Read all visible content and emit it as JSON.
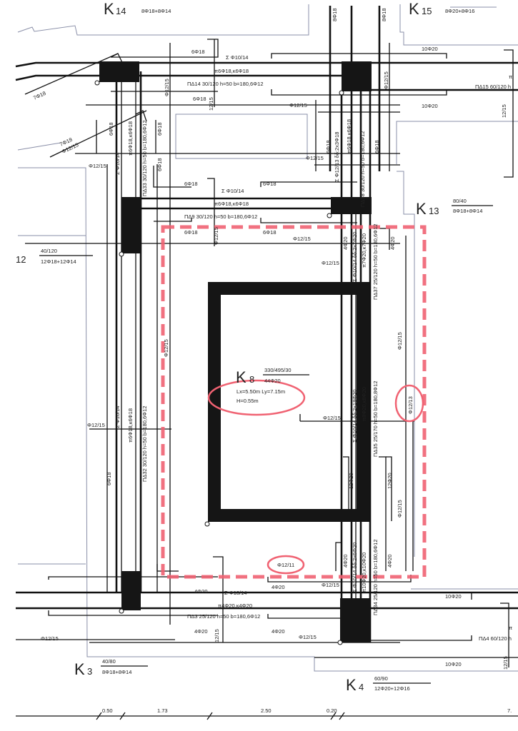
{
  "colors": {
    "annotation_red": "#f06272",
    "ink": "#151515",
    "outline": "#8a8fa8"
  },
  "columns": {
    "k14": {
      "label": "K",
      "num": "14",
      "rebar": "8Φ18+8Φ14"
    },
    "k15": {
      "label": "K",
      "num": "15",
      "rebar": "8Φ20+8Φ16"
    },
    "k13": {
      "label": "K",
      "num": "13",
      "size": "80/40",
      "rebar": "8Φ18+8Φ14"
    },
    "k12": {
      "num": "12",
      "size": "40/120",
      "rebar": "12Φ18+12Φ14"
    },
    "k8": {
      "label": "K",
      "num": "8",
      "size": "330/495/30",
      "rebar": "44Φ20",
      "dims": "Lx=5.50m  Ly=7.15m",
      "height": "H=0.55m"
    },
    "k3": {
      "label": "K",
      "num": "3",
      "size": "40/80",
      "rebar": "8Φ18+8Φ14"
    },
    "k4": {
      "label": "K",
      "num": "4",
      "size": "60/90",
      "rebar": "12Φ20+12Φ16"
    }
  },
  "top_beam": {
    "top_bars": "6Φ18",
    "stirrups": "Σ Φ10/14",
    "main": "π6Φ18,κ6Φ18",
    "spec": "ΠΔ14 30/120 h=50 b=180,6Φ12",
    "bottom_bars": "6Φ18",
    "mesh": "Φ12/15",
    "right_top": "10Φ20",
    "right_bottom": "10Φ20",
    "right_spec": "ΠΔ15 60/120 h",
    "right_pi": "π",
    "diag1": "7Φ18",
    "diag2": "7Φ18",
    "diag_mesh": "Φ12/15",
    "vert1": "8Φ18",
    "vert2": "8Φ18",
    "mesh_v": "Φ12/15",
    "mesh_v2": "12/15",
    "mesh_v3": "12/15"
  },
  "mid_beam": {
    "top_left": "6Φ18",
    "top_right": "6Φ18",
    "stirrups": "Σ Φ10/14",
    "main": "π6Φ18,κ6Φ18",
    "spec": "ΠΔ9 30/120 h=50 b=180,6Φ12",
    "bottom_left": "6Φ18",
    "bottom_right": "6Φ18",
    "mesh": "Φ12/15",
    "mesh_v": "Φ12/15",
    "mesh_left": "Φ12/15",
    "mesh_right": "Φ12/15",
    "mesh_inner": "Φ12/15"
  },
  "bottom_beam": {
    "top_left": "4Φ20",
    "stirrups": "Σ Φ10/14",
    "main": "π4Φ20,κ4Φ20",
    "spec": "ΠΔ3 25/120 h=50 b=180,6Φ12",
    "bottom_left": "4Φ20",
    "top_right": "4Φ20",
    "bottom_right": "4Φ20",
    "mesh": "Φ12/15",
    "mesh_left": "Φ12/15",
    "mesh_v": "12/15",
    "mesh_mid": "Φ12/15",
    "right_top": "10Φ20",
    "right_bottom": "10Φ20",
    "right_spec": "ΠΔ4 60/120 h",
    "right_pi": "π",
    "mesh_v2": "12/15",
    "highlight": "Φ12/11"
  },
  "vertical_beams": {
    "left_a": "6Φ18",
    "left_stir": "Σ Φ10/14",
    "left_main": "π6Φ18,κ6Φ18",
    "left_spec": "ΠΔ33 30/120 h=50 b=180,6Φ12",
    "left_b": "6Φ18",
    "left_c": "6Φ18",
    "left_d": "6Φ18",
    "left2_stir": "Σ Φ10/14",
    "left2_main": "π6Φ18,κ6Φ18",
    "left2_spec": "ΠΔ32 30/120 h=50 b=180,6Φ12",
    "left2_bars": "6Φ18",
    "left2_mesh": "Φ12/15",
    "left2_mesh_h": "Φ12/15",
    "r_a": "6Φ18",
    "r_stir": "Σ Φ12/13 δδ:2x3Φ18",
    "r_main": "π6Φ18,κ6Φ18",
    "r_spec": "ΠΔ38 30/120 h=50 b=180,6Φ12",
    "r_b": "6Φ18",
    "r_mesh": "Φ12/15",
    "k8_a": "4Φ20",
    "k8_stir": "Σ Φ10/14 δδ:2x7Φ20",
    "k8_main": "π7Φ20,κ7Φ20",
    "k8_spec": "ΠΔ37 25/120 h=50 b=180,6Φ12",
    "k8_b": "4Φ20",
    "k8_mesh": "Φ12/15",
    "k8_mesh_h": "Φ12/15",
    "c_stir": "Σ Φ10/14 δδ:2x18Φ20",
    "c_main": "π8Φ20,κ8Φ20",
    "c_spec": "ΠΔ35 25/170 h=50 b=180,8Φ12",
    "c_mesh_h": "Φ12/15",
    "c_highlight": "Φ12/13",
    "c_bars1": "12Φ20",
    "c_bars2": "12Φ20",
    "c_mesh2": "Φ12/15",
    "b_a": "4Φ20",
    "b_stir": "Σ Φ10/14 δδ:2x6Φ20",
    "b_main": "π10Φ20,κ10Φ20",
    "b_spec": "ΠΔ34 25/120 h=50 b=180,6Φ12",
    "b_b": "4Φ20"
  },
  "dimensions": [
    "0.50",
    "1.73",
    "2.50",
    "0.20",
    "7."
  ]
}
